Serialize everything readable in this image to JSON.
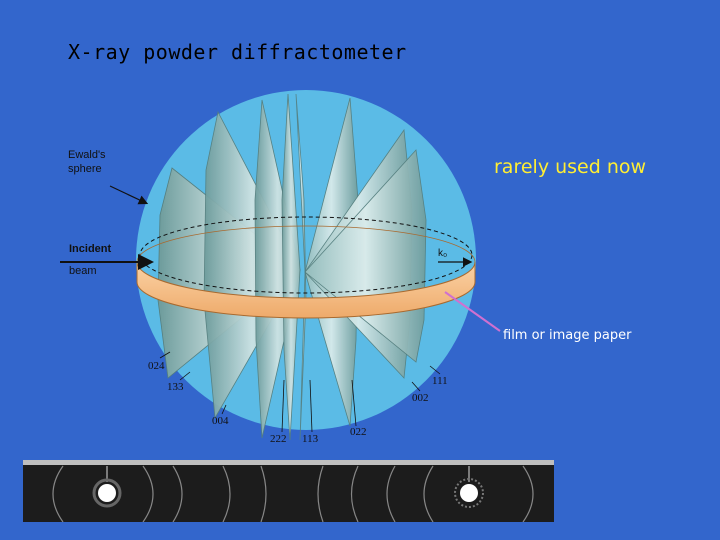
{
  "slide": {
    "title": "X-ray powder diffractometer",
    "note": "rarely used now",
    "callout": "film or image paper"
  },
  "diagram": {
    "labels": {
      "ewald_sphere": [
        "Ewald's",
        "sphere"
      ],
      "incident_beam": [
        "Incident",
        "beam"
      ],
      "k0": "k₀"
    },
    "reflections": [
      "024",
      "133",
      "004",
      "222",
      "113",
      "022",
      "002",
      "111"
    ]
  },
  "colors": {
    "background": "#3366cc",
    "sphere": "#5bbbe6",
    "cones": "#9fc7c7",
    "film_band": "#f8c088",
    "note": "#ffee33",
    "callout_arrow": "#d070d0"
  }
}
